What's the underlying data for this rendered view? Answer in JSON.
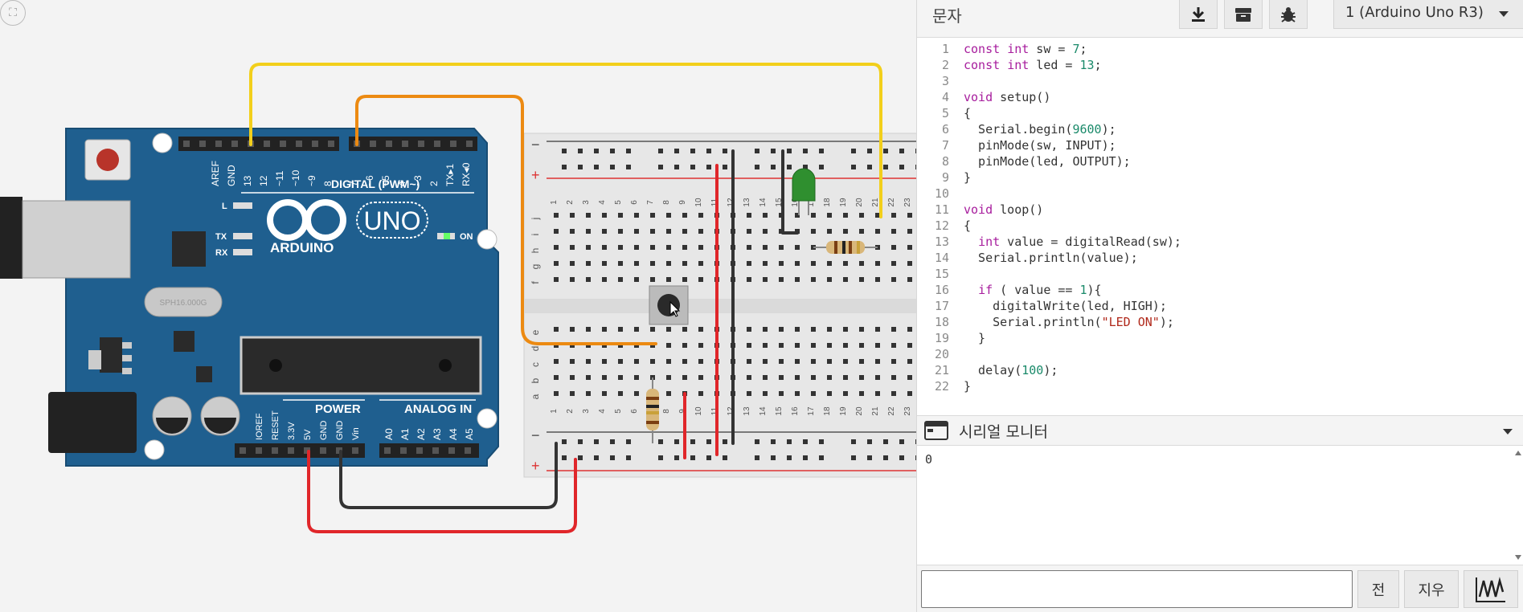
{
  "toolbar": {
    "mode_label": "문자",
    "download_icon": "download-icon",
    "library_icon": "library-icon",
    "debug_icon": "bug-icon",
    "device": "1 (Arduino Uno R3)"
  },
  "code": {
    "lines": [
      {
        "n": "1",
        "t": "const int sw = 7;"
      },
      {
        "n": "2",
        "t": "const int led = 13;"
      },
      {
        "n": "3",
        "t": ""
      },
      {
        "n": "4",
        "t": "void setup()"
      },
      {
        "n": "5",
        "t": "{"
      },
      {
        "n": "6",
        "t": "  Serial.begin(9600);"
      },
      {
        "n": "7",
        "t": "  pinMode(sw, INPUT);"
      },
      {
        "n": "8",
        "t": "  pinMode(led, OUTPUT);"
      },
      {
        "n": "9",
        "t": "}"
      },
      {
        "n": "10",
        "t": ""
      },
      {
        "n": "11",
        "t": "void loop()"
      },
      {
        "n": "12",
        "t": "{"
      },
      {
        "n": "13",
        "t": "  int value = digitalRead(sw);"
      },
      {
        "n": "14",
        "t": "  Serial.println(value);"
      },
      {
        "n": "15",
        "t": ""
      },
      {
        "n": "16",
        "t": "  if ( value == 1){"
      },
      {
        "n": "17",
        "t": "    digitalWrite(led, HIGH);"
      },
      {
        "n": "18",
        "t": "    Serial.println(\"LED ON\");"
      },
      {
        "n": "19",
        "t": "  }"
      },
      {
        "n": "20",
        "t": ""
      },
      {
        "n": "21",
        "t": "  delay(100);"
      },
      {
        "n": "22",
        "t": "}"
      }
    ],
    "keywords": [
      "const",
      "int",
      "void",
      "if"
    ],
    "colors": {
      "keyword": "#a71d9d",
      "number": "#1a8a6a",
      "string": "#b0281a"
    }
  },
  "serial": {
    "title": "시리얼 모니터",
    "output": "0",
    "input_value": "",
    "send_label": "전",
    "clear_label": "지우",
    "graph_icon": "waveform-icon"
  },
  "board": {
    "name": "ARDUINO",
    "model": "UNO",
    "crystal": "SPH16.000G",
    "digital_label": "DIGITAL (PWM~)",
    "power_label": "POWER",
    "analog_label": "ANALOG IN",
    "on_label": "ON",
    "l_label": "L",
    "tx_label": "TX",
    "rx_label": "RX",
    "digital_pins": [
      "AREF",
      "GND",
      "13",
      "12",
      "~11",
      "~10",
      "~9",
      "8",
      "7",
      "~6",
      "~5",
      "4",
      "~3",
      "2",
      "TX▸1",
      "RX◂0"
    ],
    "power_pins": [
      "IOREF",
      "RESET",
      "3.3V",
      "5V",
      "GND",
      "GND",
      "Vin"
    ],
    "analog_pins": [
      "A0",
      "A1",
      "A2",
      "A3",
      "A4",
      "A5"
    ]
  },
  "breadboard": {
    "columns": [
      "1",
      "2",
      "3",
      "4",
      "5",
      "6",
      "7",
      "8",
      "9",
      "10",
      "11",
      "12",
      "13",
      "14",
      "15",
      "16",
      "17",
      "18",
      "19",
      "20",
      "21",
      "22",
      "23"
    ],
    "rows_top": [
      "j",
      "i",
      "h",
      "g",
      "f"
    ],
    "rows_bottom": [
      "e",
      "d",
      "c",
      "b",
      "a"
    ],
    "minus": "−",
    "plus": "+"
  },
  "wire_colors": {
    "yellow": "#f2cf1b",
    "orange": "#ec8a12",
    "red": "#e0262a",
    "black": "#333333",
    "green": "#2f8f2f"
  }
}
